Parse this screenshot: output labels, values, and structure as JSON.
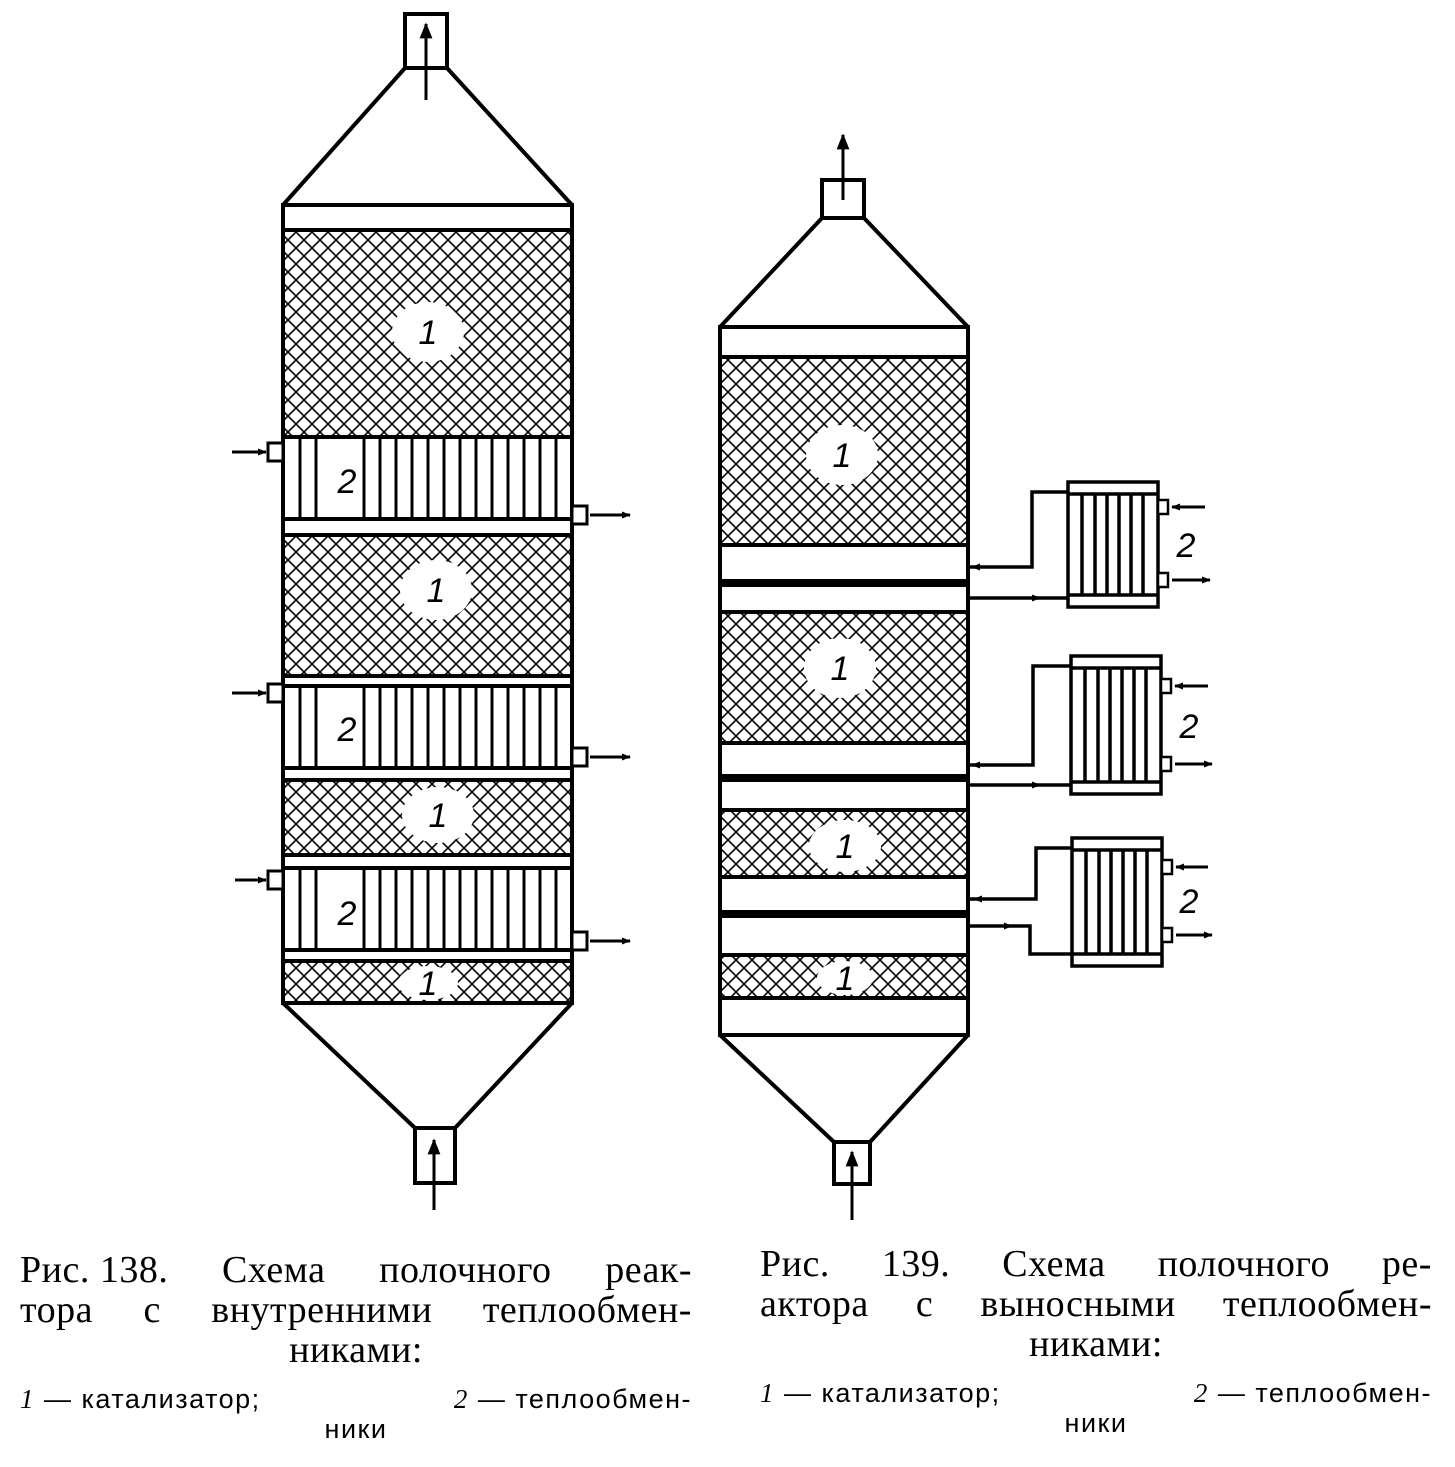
{
  "fig138": {
    "caption_lines": [
      [
        "Рис. 138.",
        "Схема",
        "полочного",
        "реак-"
      ],
      [
        "тора",
        "с",
        "внутренними",
        "теплообмен-"
      ],
      [
        "никами:"
      ]
    ],
    "legend_items": [
      {
        "num": "1",
        "text": "— катализатор;"
      },
      {
        "num": "2",
        "text": "— теплообмен-"
      }
    ],
    "legend_tail": "ники",
    "catalyst_label": "1",
    "exchanger_label": "2"
  },
  "fig139": {
    "caption_lines": [
      [
        "Рис.",
        "139.",
        "Схема",
        "полочного",
        "ре-"
      ],
      [
        "актора",
        "с",
        "выносными",
        "теплообмен-"
      ],
      [
        "никами:"
      ]
    ],
    "legend_items": [
      {
        "num": "1",
        "text": "— катализатор;"
      },
      {
        "num": "2",
        "text": "— теплообмен-"
      }
    ],
    "legend_tail": "ники",
    "catalyst_label": "1",
    "exchanger_label": "2"
  }
}
